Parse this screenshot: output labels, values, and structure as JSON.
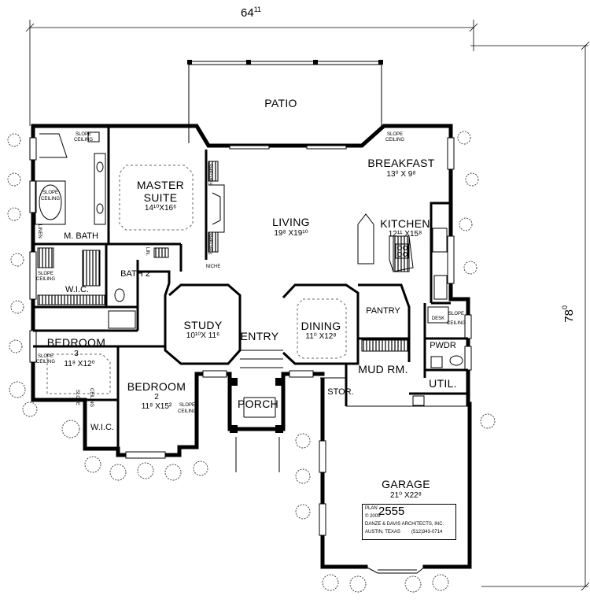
{
  "dimensions": {
    "width": "64",
    "width_sup": "11",
    "depth": "78",
    "depth_sup": "0"
  },
  "rooms": {
    "patio": {
      "name": "PATIO"
    },
    "breakfast": {
      "name": "BREAKFAST",
      "size": "13⁰ X 9⁸"
    },
    "master": {
      "name1": "MASTER",
      "name2": "SUITE",
      "size": "14¹⁰X16⁶"
    },
    "living": {
      "name": "LIVING",
      "size": "19⁸ X19¹⁰"
    },
    "kitchen": {
      "name": "KITCHEN",
      "size": "12¹¹ X15⁸"
    },
    "mbath": {
      "name": "M. BATH"
    },
    "bath2": {
      "name": "BATH 2"
    },
    "wic1": {
      "name": "W.I.C."
    },
    "pantry": {
      "name": "PANTRY"
    },
    "study": {
      "name": "STUDY",
      "size": "10¹⁰X 11⁶"
    },
    "entry": {
      "name": "ENTRY"
    },
    "dining": {
      "name": "DINING",
      "size": "11⁰ X12⁸"
    },
    "bedroom3": {
      "name1": "BEDROOM",
      "name2": "3",
      "size": "11⁸ X12⁰"
    },
    "pwdr": {
      "name": "PWDR"
    },
    "mudrm": {
      "name": "MUD RM."
    },
    "util": {
      "name": "UTIL."
    },
    "bedroom2": {
      "name1": "BEDROOM",
      "name2": "2",
      "size": "11⁸ X15²"
    },
    "stor": {
      "name": "STOR."
    },
    "porch": {
      "name": "PORCH"
    },
    "wic2": {
      "name": "W.I.C."
    },
    "garage": {
      "name": "GARAGE",
      "size": "21⁰ X22⁸"
    }
  },
  "notes": {
    "slope": "SLOPE",
    "ceiling": "CEILING",
    "shelves": "SHELVES",
    "niche": "NICHE",
    "linen": "LINEN",
    "lin": "LIN.",
    "desk": "DESK"
  },
  "plate": {
    "plan_label": "PLAN",
    "plan_number": "2555",
    "copyright": "© 2005",
    "architects": "DANZE & DAVIS ARCHITECTS, INC.",
    "city": "AUSTIN, TEXAS",
    "phone": "(512)343-0714"
  }
}
